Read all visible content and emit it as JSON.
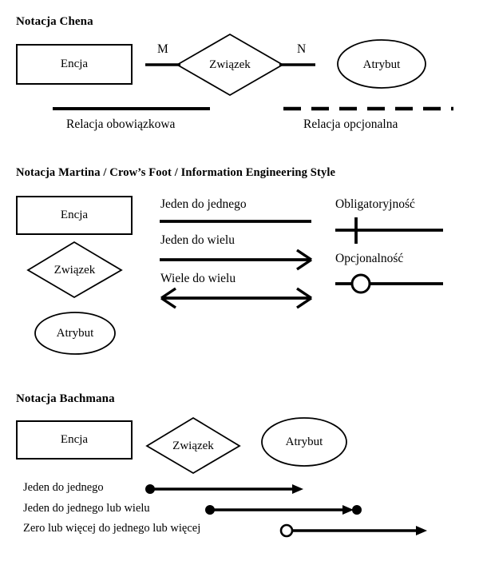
{
  "sections": [
    {
      "id": "chen",
      "title": "Notacja Chena",
      "shapes": {
        "entity": "Encja",
        "relationship": "Związek",
        "attribute": "Atrybut"
      },
      "cardinality_left": "M",
      "cardinality_right": "N",
      "legend": [
        {
          "label": "Relacja obowiązkowa",
          "line": "solid"
        },
        {
          "label": "Relacja opcjonalna",
          "line": "dashed"
        }
      ]
    },
    {
      "id": "martin",
      "title": "Notacja Martina / Crow’s Foot / Information Engineering Style",
      "shapes": {
        "entity": "Encja",
        "relationship": "Związek",
        "attribute": "Atrybut"
      },
      "relations": [
        {
          "label": "Jeden do jednego",
          "left_end": "plain",
          "right_end": "plain"
        },
        {
          "label": "Jeden do wielu",
          "left_end": "plain",
          "right_end": "crowsfoot"
        },
        {
          "label": "Wiele do wielu",
          "left_end": "crowsfoot",
          "right_end": "crowsfoot"
        }
      ],
      "modality": [
        {
          "label": "Obligatoryjność",
          "symbol": "tick"
        },
        {
          "label": "Opcjonalność",
          "symbol": "circle"
        }
      ]
    },
    {
      "id": "bachman",
      "title": "Notacja Bachmana",
      "shapes": {
        "entity": "Encja",
        "relationship": "Związek",
        "attribute": "Atrybut"
      },
      "relations": [
        {
          "label": "Jeden do jednego",
          "start": "filled-dot",
          "end": "arrow"
        },
        {
          "label": "Jeden do jednego lub wielu",
          "start": "filled-dot",
          "end": "arrow-dot"
        },
        {
          "label": "Zero lub więcej do jednego lub więcej",
          "start": "open-circle",
          "end": "arrow"
        }
      ]
    }
  ],
  "colors": {
    "ink": "#000000",
    "paper": "#ffffff"
  }
}
